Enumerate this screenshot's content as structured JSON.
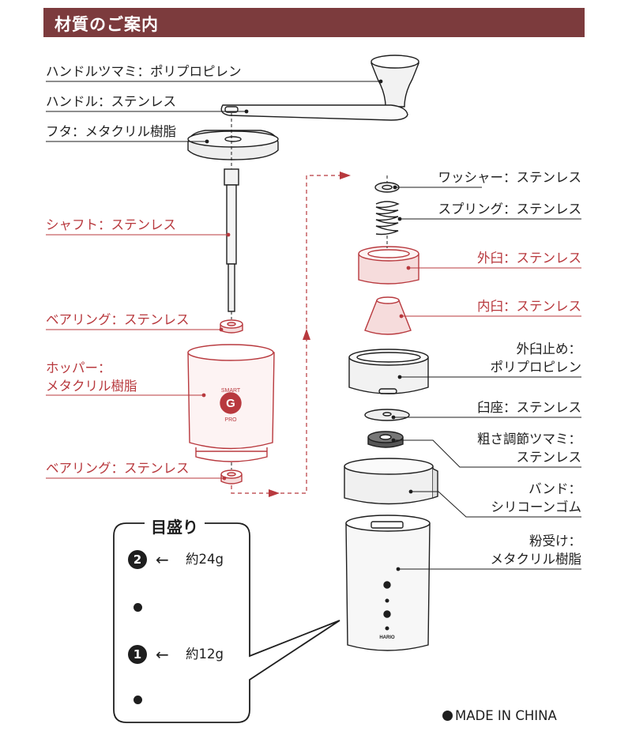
{
  "header": {
    "title": "材質のご案内"
  },
  "labels": {
    "handle_knob": "ハンドルツマミ：ポリプロピレン",
    "handle": "ハンドル：ステンレス",
    "lid": "フタ：メタクリル樹脂",
    "shaft": "シャフト：ステンレス",
    "bearing_top": "ベアリング：ステンレス",
    "hopper_line1": "ホッパー：",
    "hopper_line2": "メタクリル樹脂",
    "bearing_bottom": "ベアリング：ステンレス",
    "washer": "ワッシャー：ステンレス",
    "spring": "スプリング：ステンレス",
    "outer_burr": "外臼：ステンレス",
    "inner_burr": "内臼：ステンレス",
    "outer_stopper_line1": "外臼止め：",
    "outer_stopper_line2": "ポリプロピレン",
    "burr_seat": "臼座：ステンレス",
    "adjust_knob_line1": "粗さ調節ツマミ：",
    "adjust_knob_line2": "ステンレス",
    "band_line1": "バンド：",
    "band_line2": "シリコーンゴム",
    "catcher_line1": "粉受け：",
    "catcher_line2": "メタクリル樹脂"
  },
  "hopper_logo": {
    "top_text": "SMART",
    "letter": "G",
    "bottom_text": "PRO"
  },
  "catcher_logo": {
    "brand": "HARIO"
  },
  "scale": {
    "title": "目盛り",
    "marks": [
      {
        "badge": "2",
        "arrow": "←",
        "amount": "約24g"
      },
      {
        "badge": "1",
        "arrow": "←",
        "amount": "約12g"
      }
    ]
  },
  "footer": {
    "made_in": "MADE IN CHINA"
  },
  "colors": {
    "header_bg": "#7c3b3d",
    "accent_red": "#b8393e",
    "burr_fill": "#f6dcdc",
    "text": "#1e1e1e"
  }
}
